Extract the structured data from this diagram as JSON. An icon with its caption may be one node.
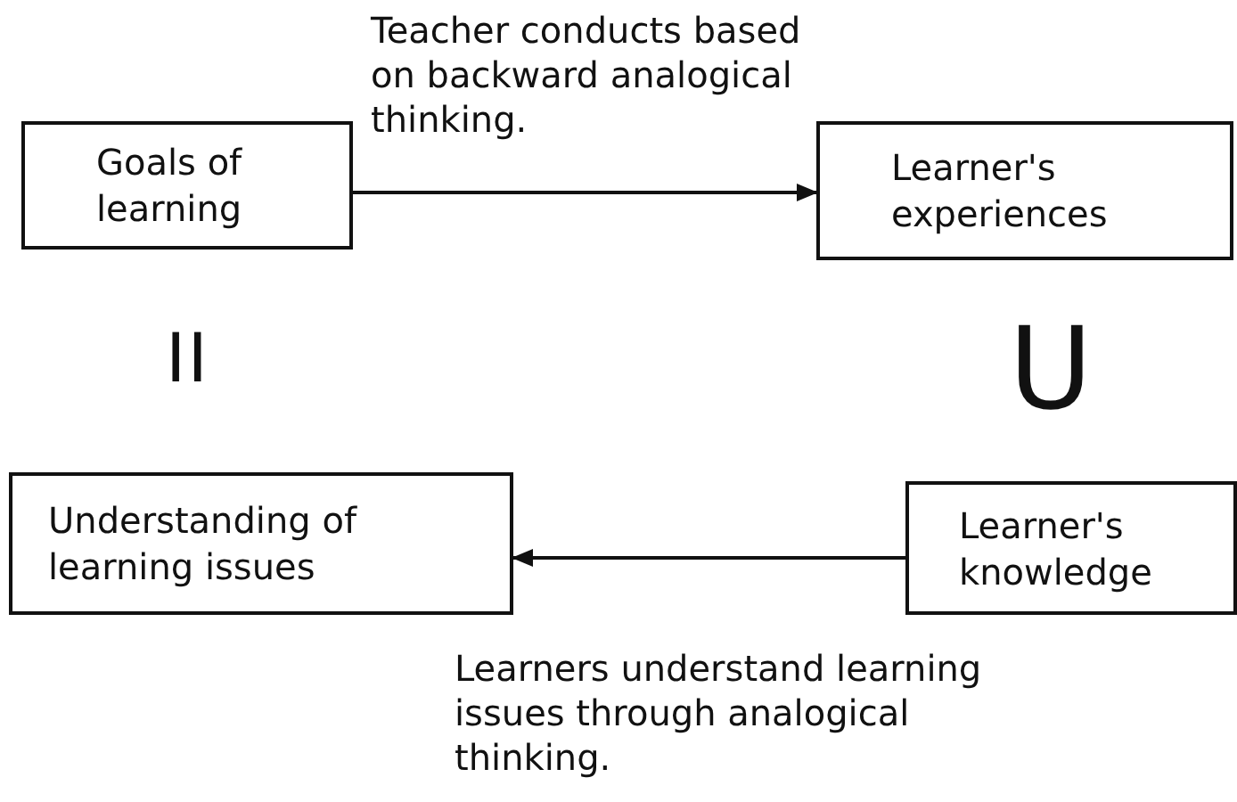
{
  "diagram": {
    "nodes": [
      {
        "text": [
          "Goals of learning"
        ]
      },
      {
        "text": [
          "Learner's experiences"
        ]
      },
      {
        "text": [
          "Understanding of learning issues"
        ]
      },
      {
        "text": [
          "Learner's knowledge"
        ]
      }
    ],
    "edges": [
      {
        "from": 0,
        "to": 1,
        "arrow": "to",
        "label": "Teacher conducts based on backward analogical thinking."
      },
      {
        "from": 3,
        "to": 2,
        "arrow": "to",
        "label": "Learners understand learning issues through analogical thinking."
      }
    ],
    "labels": [
      "II",
      "U"
    ]
  }
}
